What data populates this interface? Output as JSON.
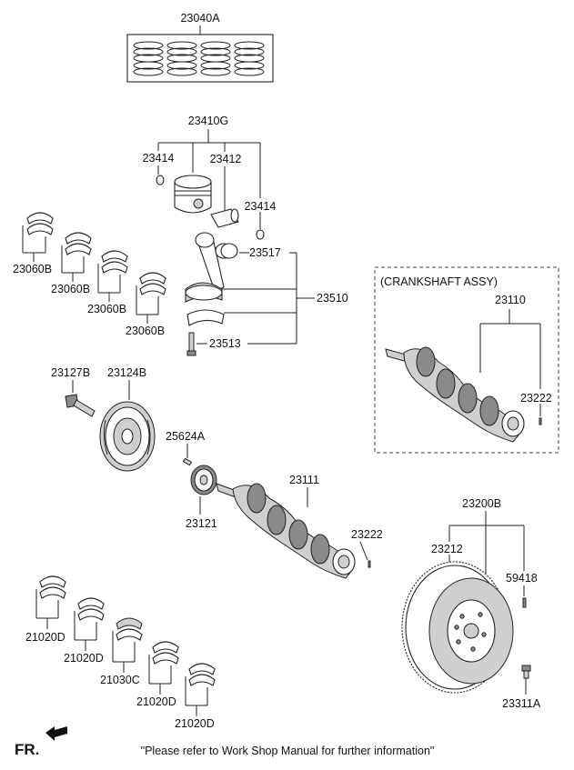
{
  "labels": {
    "l23040A": "23040A",
    "l23410G": "23410G",
    "l23414a": "23414",
    "l23412": "23412",
    "l23414b": "23414",
    "l23517": "23517",
    "l23510": "23510",
    "l23513": "23513",
    "l23060B1": "23060B",
    "l23060B2": "23060B",
    "l23060B3": "23060B",
    "l23060B4": "23060B",
    "l23127B": "23127B",
    "l23124B": "23124B",
    "l25624A": "25624A",
    "l23121": "23121",
    "l23111": "23111",
    "l23222a": "23222",
    "l23110": "23110",
    "l23222b": "23222",
    "l23200B": "23200B",
    "l23212": "23212",
    "l59418": "59418",
    "l23311A": "23311A",
    "l21020D1": "21020D",
    "l21020D2": "21020D",
    "l21030C": "21030C",
    "l21020D3": "21020D",
    "l21020D4": "21020D"
  },
  "crankshaft_assy_title": "(CRANKSHAFT ASSY)",
  "fr_label": "FR.",
  "footer_note": "\"Please refer to Work Shop Manual for further information\""
}
